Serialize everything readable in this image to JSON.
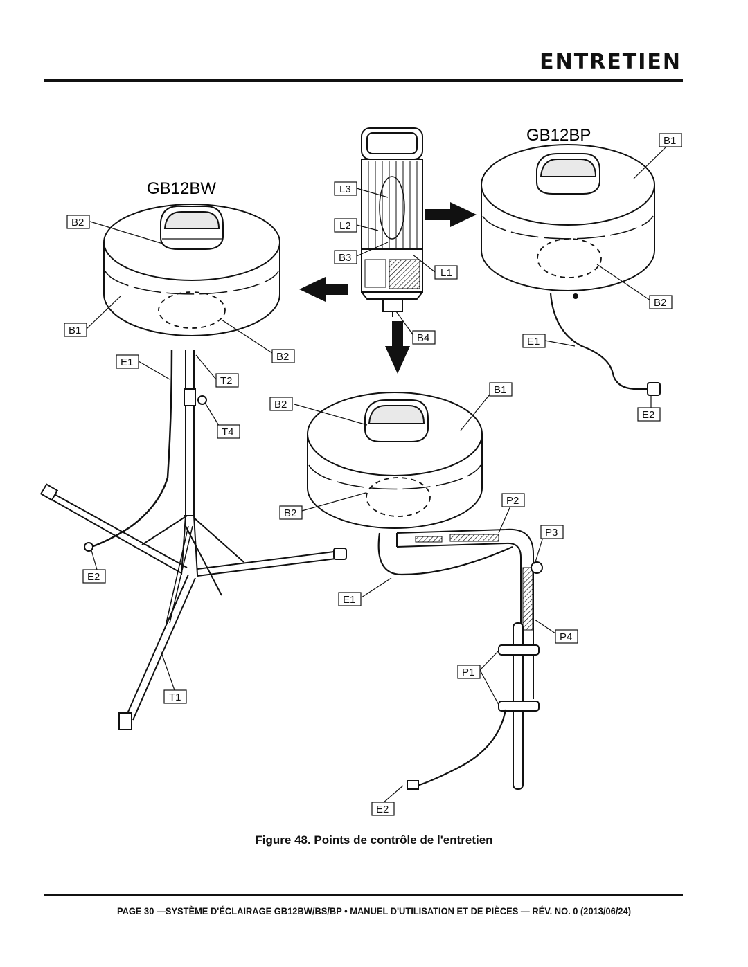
{
  "header": {
    "section_title": "ENTRETIEN"
  },
  "figure": {
    "model_labels": {
      "left": "GB12BW",
      "right": "GB12BP"
    },
    "callouts": [
      "B1",
      "B2",
      "B3",
      "B4",
      "L1",
      "L2",
      "L3",
      "E1",
      "E2",
      "T1",
      "T2",
      "T4",
      "P1",
      "P2",
      "P3",
      "P4"
    ],
    "caption": "Figure 48. Points de contrôle de l'entretien"
  },
  "footer": {
    "text": "PAGE 30 —SYSTÈME D'ÉCLAIRAGE GB12BW/BS/BP • MANUEL D'UTILISATION ET DE PIÈCES — RÉV. NO. 0 (2013/06/24)"
  }
}
